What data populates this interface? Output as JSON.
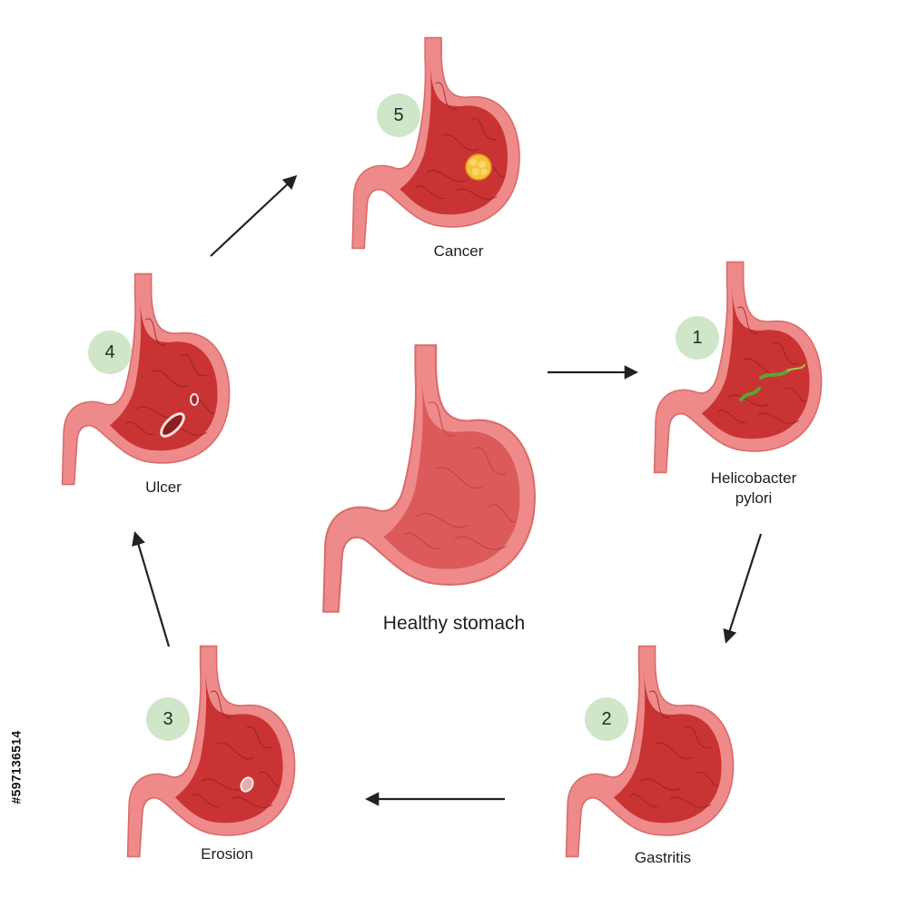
{
  "center": {
    "label": "Healthy stomach"
  },
  "stages": [
    {
      "number": "1",
      "label": "Helicobacter\npylori",
      "lesion": "bacteria"
    },
    {
      "number": "2",
      "label": "Gastritis",
      "lesion": "inflamed"
    },
    {
      "number": "3",
      "label": "Erosion",
      "lesion": "erosion"
    },
    {
      "number": "4",
      "label": "Ulcer",
      "lesion": "ulcer"
    },
    {
      "number": "5",
      "label": "Cancer",
      "lesion": "tumor"
    }
  ],
  "stock_id": "#597136514",
  "colors": {
    "wall": "#ee8a8a",
    "wall_edge": "#d96c6c",
    "interior_healthy": "#dc5a5a",
    "interior_inflamed": "#c93333",
    "fold_lines": "#b93b3b",
    "badge": "#cfe6c9",
    "bacteria": "#5aa632",
    "tumor": "#f5c23a",
    "arrow": "#222222"
  }
}
